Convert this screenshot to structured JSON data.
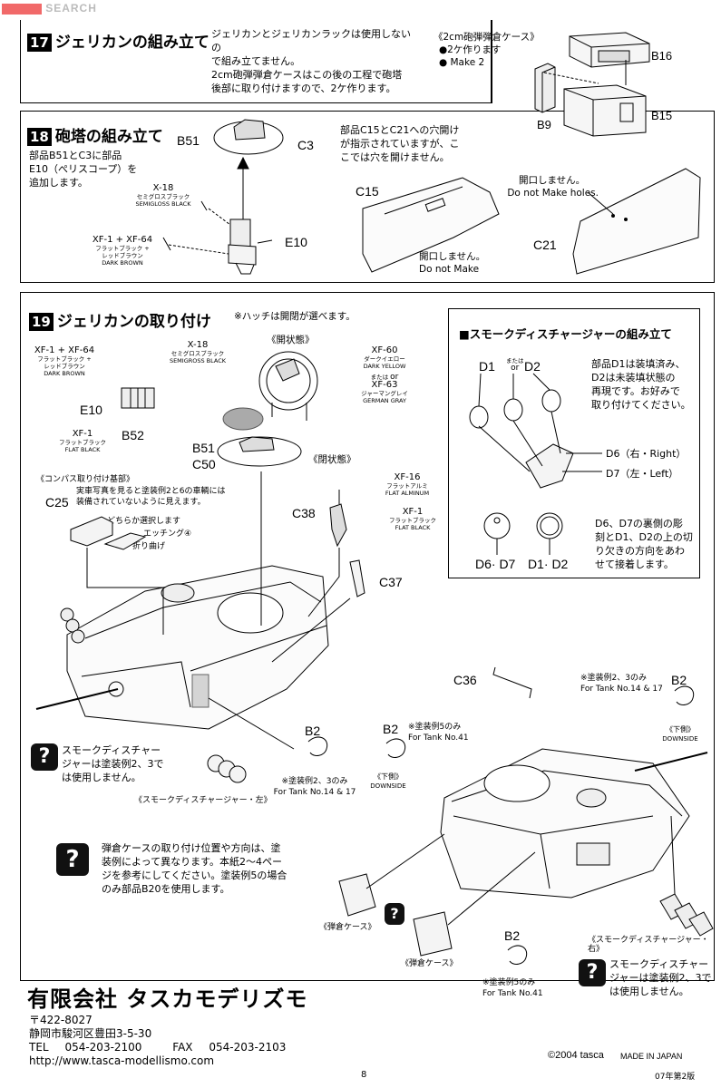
{
  "watermark": "SEARCH",
  "step17": {
    "num": "17",
    "title": "ジェリカンの組み立て",
    "text": [
      "ジェリカンとジェリカンラックは使用しないの",
      "で組み立てません。",
      "2cm砲弾弾倉ケースはこの後の工程で砲塔",
      "後部に取り付けますので、2ケ作ります。"
    ],
    "case_title": "《2cm砲弾弾倉ケース》",
    "make_jp": "●2ケ作ります",
    "make_en": "● Make 2",
    "parts": [
      "B16",
      "B15",
      "B9"
    ]
  },
  "step18": {
    "num": "18",
    "title": "砲塔の組み立て",
    "text": [
      "部品B51とC3に部品",
      "E10（ぺリスコープ）を",
      "追加します。"
    ],
    "note": [
      "部品C15とC21への穴開け",
      "が指示されていますが、こ",
      "こでは穴を開けません。"
    ],
    "paint1_code": "X-18",
    "paint1_jp": "セミグロスブラック",
    "paint1_en": "SEMIGLOSS BLACK",
    "paint2_code": "XF-1 + XF-64",
    "paint2_jp1": "フラットブラック +",
    "paint2_jp2": "レッドブラウン",
    "paint2_en": "DARK BROWN",
    "parts": [
      "B51",
      "C3",
      "E10",
      "C15",
      "C21"
    ],
    "hole1_jp": "開口しません。",
    "hole1_en": "Do not Make",
    "hole2_jp": "開口しません。",
    "hole2_en": "Do not Make holes."
  },
  "step19": {
    "num": "19",
    "title": "ジェリカンの取り付け",
    "hatch_note": "※ハッチは開閉が選べます。",
    "open_label": "《開状態》",
    "closed_label": "《閉状態》",
    "xf1xf64": "XF-1 + XF-64",
    "xf1xf64_jp1": "フラットブラック +",
    "xf1xf64_jp2": "レッドブラウン",
    "xf1xf64_en": "DARK BROWN",
    "x18": "X-18",
    "x18_jp": "セミグロスブラック",
    "x18_en": "SEMIGROSS BLACK",
    "xf60": "XF-60",
    "xf60_jp": "ダークイエロー",
    "xf60_en": "DARK YELLOW",
    "or_jp": "または",
    "or_en": "or",
    "xf63": "XF-63",
    "xf63_jp": "ジャーマングレイ",
    "xf63_en": "GERMAN GRAY",
    "xf1": "XF-1",
    "xf1_jp": "フラットブラック",
    "xf1_en": "FLAT BLACK",
    "xf16": "XF-16",
    "xf16_jp": "フラットアルミ",
    "xf16_en": "FLAT ALMINUM",
    "xf1b": "XF-1",
    "xf1b_jp": "フラットブラック",
    "xf1b_en": "FLAT BLACK",
    "parts": [
      "E10",
      "B52",
      "B51",
      "C50",
      "C25",
      "C38",
      "C37",
      "C36"
    ],
    "compass_title": "《コンパス取り付け基部》",
    "compass_note": [
      "実車写真を見ると塗装例2と6の車輌には",
      "装備されていないように見えます。"
    ],
    "choose": "どちらか選択します",
    "etching": "エッチング④",
    "fold": "折り曲げ",
    "b2_a_note": "※塗装例2、3のみ",
    "b2_a_tank": "For Tank No.14 & 17",
    "b2_b_note": "※塗装例5のみ",
    "b2_b_tank": "For Tank No.41",
    "b2_b_down_jp": "《下側》",
    "b2_b_down_en": "DOWNSIDE",
    "b2_c_note": "※塗装例2、3のみ",
    "b2_c_tank": "For Tank No.14 & 17",
    "b2_c_down_jp": "《下側》",
    "b2_c_down_en": "DOWNSIDE",
    "b2_d_note": "※塗装例5のみ",
    "b2_d_tank": "For Tank No.41",
    "b2": "B2",
    "smoke_note": [
      "スモークディスチャー",
      "ジャーは塗装例2、3で",
      "は使用しません。"
    ],
    "smoke_left": "《スモークディスチャージャー・左》",
    "ammo_note": [
      "弾倉ケースの取り付け位置や方向は、塗",
      "装例によって異なります。本紙2～4ペー",
      "ジを参考にしてください。塗装例5の場合",
      "のみ部品B20を使用します。"
    ],
    "ammo_label1": "《弾倉ケース》",
    "ammo_label2": "《弾倉ケース》",
    "smoke_right": "《スモークディスチャージャー・右》",
    "smoke_note2": [
      "スモークディスチャー",
      "ジャーは塗装例2、3で",
      "は使用しません。"
    ]
  },
  "smoke": {
    "title": "■スモークディスチャージャーの組み立て",
    "d1": "D1",
    "d2": "D2",
    "or_jp": "または",
    "or_en": "or",
    "note": [
      "部品D1は装填済み、",
      "D2は未装填状態の",
      "再現です。お好みで",
      "取り付けてください。"
    ],
    "d6": "D6（右・Right）",
    "d7": "D7（左・Left）",
    "d6d7": "D6· D7",
    "d1d2": "D1· D2",
    "note2": [
      "D6、D7の裏側の彫",
      "刻とD1、D2の上の切",
      "り欠きの方向をあわ",
      "せて接着します。"
    ]
  },
  "company": {
    "name": "有限会社 タスカモデリズモ",
    "zip": "〒422-8027",
    "address": "静岡市駿河区豊田3-5-30",
    "tel_label": "TEL",
    "tel": "054-203-2100",
    "fax_label": "FAX",
    "fax": "054-203-2103",
    "url": "http://www.tasca-modellismo.com"
  },
  "footer": {
    "copyright": "©2004 tasca",
    "made": "MADE IN JAPAN",
    "page": "8",
    "edition": "07年第2版"
  }
}
